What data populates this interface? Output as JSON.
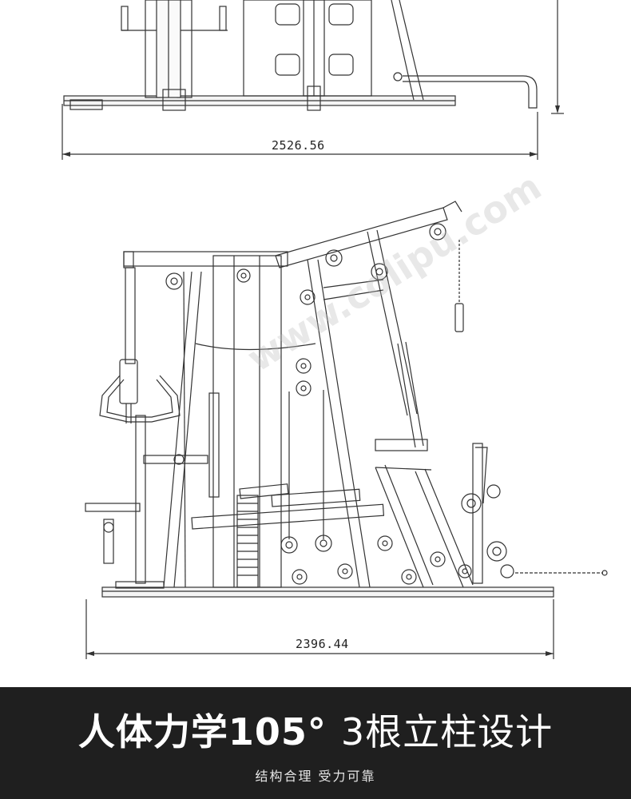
{
  "top_view": {
    "dimension_label": "2526.56"
  },
  "side_view": {
    "dimension_label": "2396.44"
  },
  "watermark": {
    "text": "www.colipu.com"
  },
  "banner": {
    "title_bold": "人体力学105°",
    "title_light": "3根立柱设计",
    "subtitle": "结构合理 受力可靠",
    "background_color": "#1f1f1f"
  }
}
